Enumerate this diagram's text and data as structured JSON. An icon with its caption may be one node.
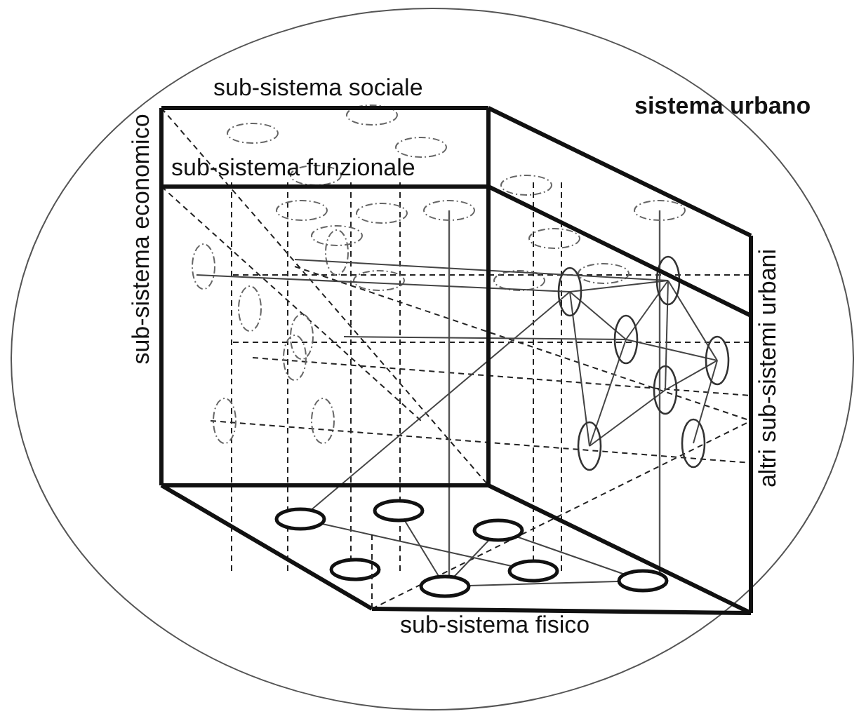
{
  "diagram": {
    "labels": [
      "sub-sistema sociale",
      "sistema urbano",
      "sub-sistema funzionale",
      "sub-sistema economico",
      "altri sub-sistemi urbani",
      "sub-sistema fisico"
    ]
  }
}
